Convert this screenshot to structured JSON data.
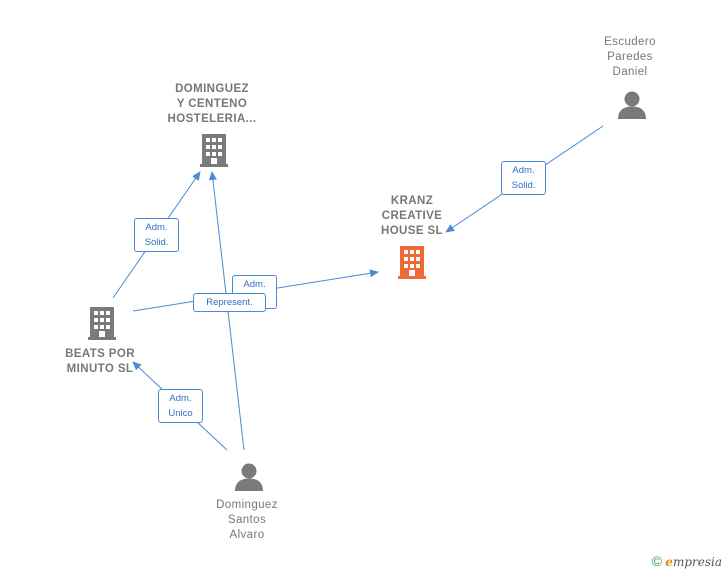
{
  "colors": {
    "edge": "#4a8bd6",
    "company_icon": "#7a7a7a",
    "focus_icon": "#f06a35",
    "person_icon": "#7a7a7a"
  },
  "nodes": {
    "dominguez_centeno": {
      "label": "DOMINGUEZ\nY CENTENO\nHOSTELERIA...",
      "icon": "building-icon"
    },
    "kranz": {
      "label": "KRANZ\nCREATIVE\nHOUSE  SL",
      "icon": "building-icon"
    },
    "beats": {
      "label": "BEATS POR\nMINUTO  SL",
      "icon": "building-icon"
    },
    "escudero": {
      "label": "Escudero\nParedes\nDaniel",
      "icon": "person-icon"
    },
    "dominguez_santos": {
      "label": "Dominguez\nSantos\nAlvaro",
      "icon": "person-icon"
    }
  },
  "edges": {
    "escudero_kranz": "Adm.\nSolid.",
    "beats_dominguez_centeno": "Adm.\nSolid.",
    "beats_kranz_adm": "Adm.",
    "beats_kranz_rep": "Represent.",
    "santos_beats": "Adm.\nUnico"
  },
  "watermark": {
    "symbol": "©",
    "brand_initial": "e",
    "brand_rest": "mpresia"
  }
}
